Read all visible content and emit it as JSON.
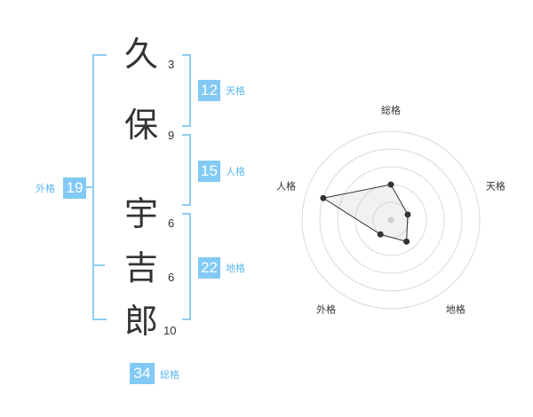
{
  "name": {
    "chars": [
      {
        "char": "久",
        "strokes": "3"
      },
      {
        "char": "保",
        "strokes": "9"
      },
      {
        "char": "宇",
        "strokes": "6"
      },
      {
        "char": "吉",
        "strokes": "6"
      },
      {
        "char": "郎",
        "strokes": "10"
      }
    ]
  },
  "fortunes": {
    "tenkaku": {
      "value": "12",
      "label": "天格"
    },
    "jinkaku": {
      "value": "15",
      "label": "人格"
    },
    "chikaku": {
      "value": "22",
      "label": "地格"
    },
    "gaikaku": {
      "value": "19",
      "label": "外格"
    },
    "soukaku": {
      "value": "34",
      "label": "総格"
    }
  },
  "colors": {
    "accent": "#82c9f5",
    "text": "#333333",
    "label": "#5bb8ef"
  },
  "chart_data": {
    "type": "radar",
    "axes": [
      "総格",
      "天格",
      "地格",
      "外格",
      "人格"
    ],
    "values": [
      2,
      1,
      1.5,
      1,
      4
    ],
    "rmax": 5,
    "rings": [
      1,
      2,
      3,
      4,
      5
    ]
  }
}
